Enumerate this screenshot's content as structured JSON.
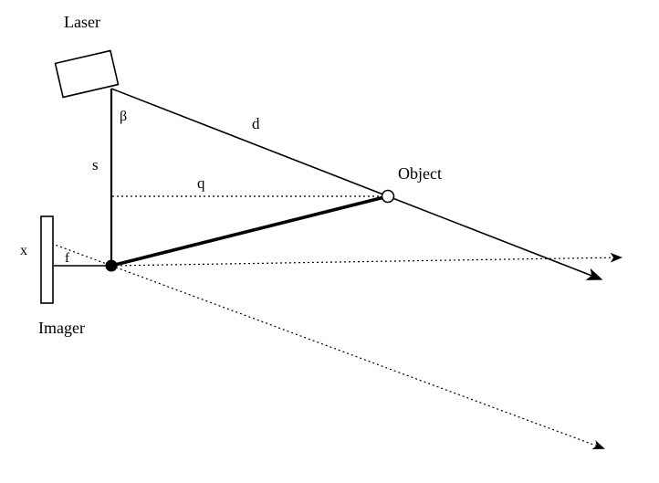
{
  "diagram": {
    "title": "laser-triangulation-geometry",
    "labels": {
      "laser": "Laser",
      "beta": "β",
      "d": "d",
      "s": "s",
      "q": "q",
      "object": "Object",
      "x": "x",
      "f": "f",
      "imager": "Imager"
    },
    "colors": {
      "line": "#000000",
      "background": "#ffffff"
    }
  }
}
